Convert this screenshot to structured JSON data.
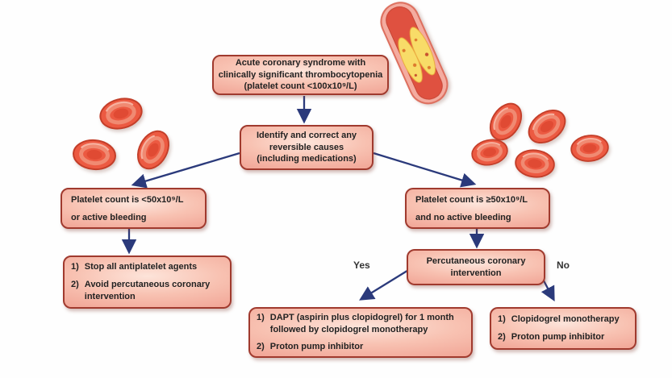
{
  "flow": {
    "acs": {
      "lines": [
        "Acute coronary syndrome with",
        "clinically significant thrombocytopenia",
        "(platelet count <100x10⁹/L)"
      ]
    },
    "identify": {
      "lines": [
        "Identify and correct any",
        "reversible causes",
        "(including medications)"
      ]
    },
    "low": {
      "lines": [
        "Platelet count is <50x10⁹/L",
        "or active bleeding"
      ]
    },
    "high": {
      "lines": [
        "Platelet count is ≥50x10⁹/L",
        "and no active bleeding"
      ]
    },
    "stop": {
      "items": [
        {
          "n": "1)",
          "text": "Stop all antiplatelet agents"
        },
        {
          "n": "2)",
          "text": "Avoid percutaneous coronary intervention"
        }
      ]
    },
    "pci": {
      "lines": [
        "Percutaneous coronary",
        "intervention"
      ]
    },
    "dapt": {
      "items": [
        {
          "n": "1)",
          "text": "DAPT (aspirin plus clopidogrel) for 1 month followed by clopidogrel monotherapy"
        },
        {
          "n": "2)",
          "text": "Proton pump inhibitor"
        }
      ]
    },
    "clopidogrel": {
      "items": [
        {
          "n": "1)",
          "text": "Clopidogrel monotherapy"
        },
        {
          "n": "2)",
          "text": "Proton pump inhibitor"
        }
      ]
    },
    "branch_labels": {
      "yes": "Yes",
      "no": "No"
    }
  },
  "colors": {
    "arrow": "#2b3a7b",
    "box_border": "#a03a2e",
    "box_fill": "#f5ab9c",
    "text": "#222222",
    "blood_cell": "#ec5a42",
    "plaque": "#f8dc68"
  },
  "decorations": {
    "vessel_icon": "atherosclerotic-blood-vessel-icon",
    "cell_icon": "red-blood-cell-icon",
    "left_cell_count": 3,
    "right_cell_count": 5
  }
}
